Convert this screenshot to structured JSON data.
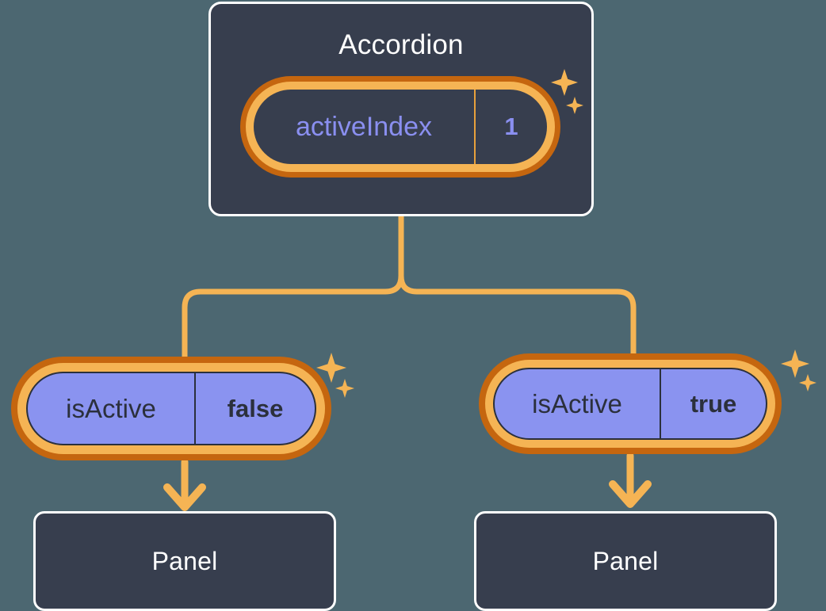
{
  "diagram": {
    "type": "component-state-tree",
    "background_color": "#4c6771",
    "accent_orange": "#f5b454",
    "accent_orange_dark": "#c5660f",
    "card_color": "#373e4e",
    "pill_purple": "#8a93f0",
    "value_text_color": "#8a8ff0"
  },
  "root": {
    "title": "Accordion",
    "state": {
      "key": "activeIndex",
      "value": "1"
    }
  },
  "branches": [
    {
      "state": {
        "key": "isActive",
        "value": "false"
      },
      "child": {
        "title": "Panel"
      }
    },
    {
      "state": {
        "key": "isActive",
        "value": "true"
      },
      "child": {
        "title": "Panel"
      }
    }
  ],
  "icons": {
    "sparkle_large": "sparkle-four-point-icon",
    "sparkle_small": "sparkle-four-point-small-icon",
    "arrow": "arrow-down-icon",
    "connector": "branch-connector-icon"
  }
}
